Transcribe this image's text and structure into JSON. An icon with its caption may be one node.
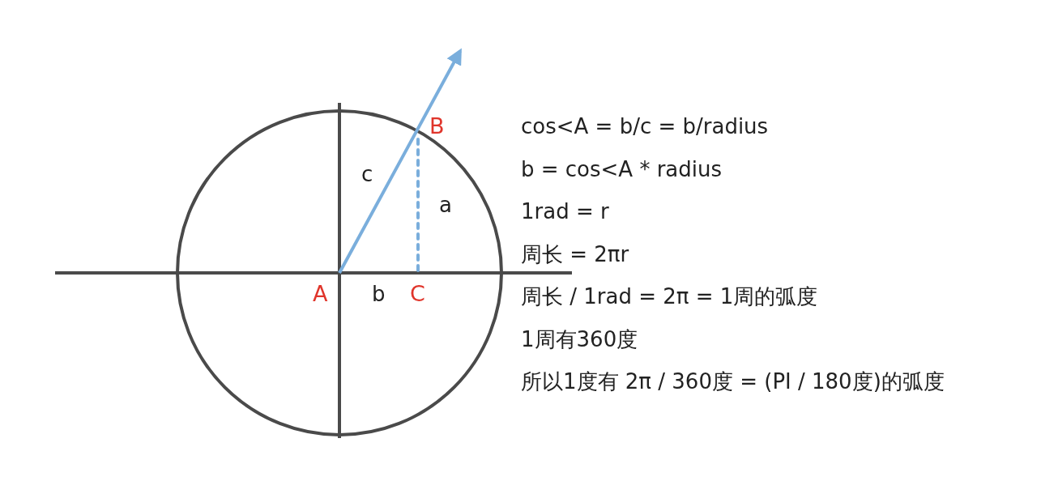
{
  "diagram": {
    "labels": [
      "B",
      "cos<A = b/c = b/radius",
      "c",
      "b = cos<A * radius",
      "a",
      "1rad = r",
      "周长 = 2πr",
      "A",
      "b",
      "C",
      "周长 / 1rad = 2π = 1周的弧度",
      "1周有360度",
      "所以1度有 2π / 360度 = (PI / 180度)的弧度"
    ]
  }
}
